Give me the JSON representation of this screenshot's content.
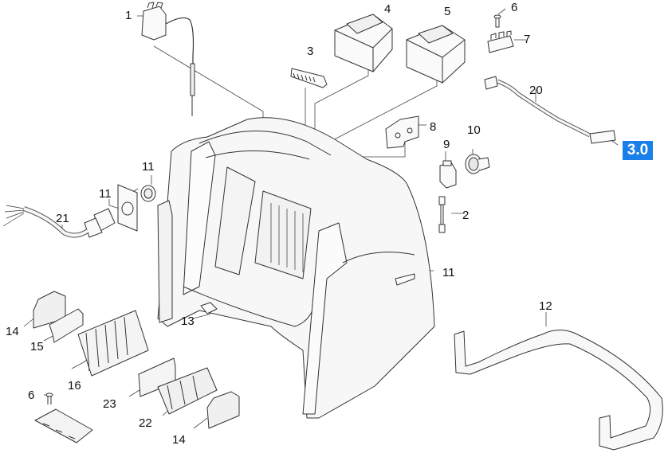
{
  "diagram": {
    "title": "Exploded parts view - housing and electrical components",
    "callouts": [
      {
        "id": "c1",
        "label": "1",
        "part": "thermostat with capillary sensor"
      },
      {
        "id": "c2",
        "label": "2",
        "part": "cable with connector"
      },
      {
        "id": "c3",
        "label": "3",
        "part": "terminal comb strip"
      },
      {
        "id": "c4",
        "label": "4",
        "part": "transformer"
      },
      {
        "id": "c5",
        "label": "5",
        "part": "transformer"
      },
      {
        "id": "c6a",
        "label": "6",
        "part": "screw"
      },
      {
        "id": "c7",
        "label": "7",
        "part": "terminal block"
      },
      {
        "id": "c8",
        "label": "8",
        "part": "mounting plate"
      },
      {
        "id": "c9",
        "label": "9",
        "part": "switch"
      },
      {
        "id": "c10",
        "label": "10",
        "part": "rotary knob"
      },
      {
        "id": "c11a",
        "label": "11",
        "part": "grommet ring"
      },
      {
        "id": "c11b",
        "label": "11",
        "part": "cable gland"
      },
      {
        "id": "c11c",
        "label": "11",
        "part": "housing"
      },
      {
        "id": "c12",
        "label": "12",
        "part": "push handle"
      },
      {
        "id": "c13",
        "label": "13",
        "part": "clip"
      },
      {
        "id": "c14a",
        "label": "14",
        "part": "end cap"
      },
      {
        "id": "c14b",
        "label": "14",
        "part": "end cap"
      },
      {
        "id": "c15",
        "label": "15",
        "part": "end plate"
      },
      {
        "id": "c16",
        "label": "16",
        "part": "terminal blocks"
      },
      {
        "id": "c20",
        "label": "20",
        "part": "wiring harness"
      },
      {
        "id": "c21",
        "label": "21",
        "part": "power cable"
      },
      {
        "id": "c22",
        "label": "22",
        "part": "terminal blocks"
      },
      {
        "id": "c23",
        "label": "23",
        "part": "separator plate"
      },
      {
        "id": "c6b",
        "label": "6",
        "part": "screw"
      }
    ],
    "reference_badge": {
      "label": "3.0",
      "color": "#1a7fe8"
    }
  }
}
